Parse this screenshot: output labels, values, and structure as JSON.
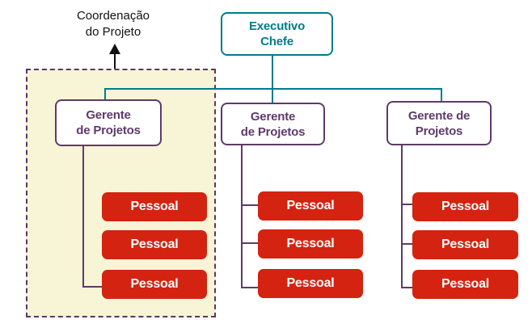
{
  "diagram_type": "org-chart",
  "colors": {
    "teal": "#007c8a",
    "purple": "#5e3a6b",
    "red": "#d42310",
    "panel_fill": "#f8f4d6",
    "panel_border": "#5c3566",
    "staff_text": "#ffffff",
    "annotation_text": "#111111"
  },
  "annotation": {
    "line1": "Coordenação",
    "line2": "do Projeto"
  },
  "executive": {
    "line1": "Executivo",
    "line2": "Chefe"
  },
  "groups": [
    {
      "manager": {
        "line1": "Gerente",
        "line2": "de Projetos"
      },
      "staff": [
        "Pessoal",
        "Pessoal",
        "Pessoal"
      ],
      "highlighted": true
    },
    {
      "manager": {
        "line1": "Gerente",
        "line2": "de Projetos"
      },
      "staff": [
        "Pessoal",
        "Pessoal",
        "Pessoal"
      ],
      "highlighted": false
    },
    {
      "manager": {
        "line1": "Gerente de",
        "line2": "Projetos"
      },
      "staff": [
        "Pessoal",
        "Pessoal",
        "Pessoal"
      ],
      "highlighted": false
    }
  ]
}
